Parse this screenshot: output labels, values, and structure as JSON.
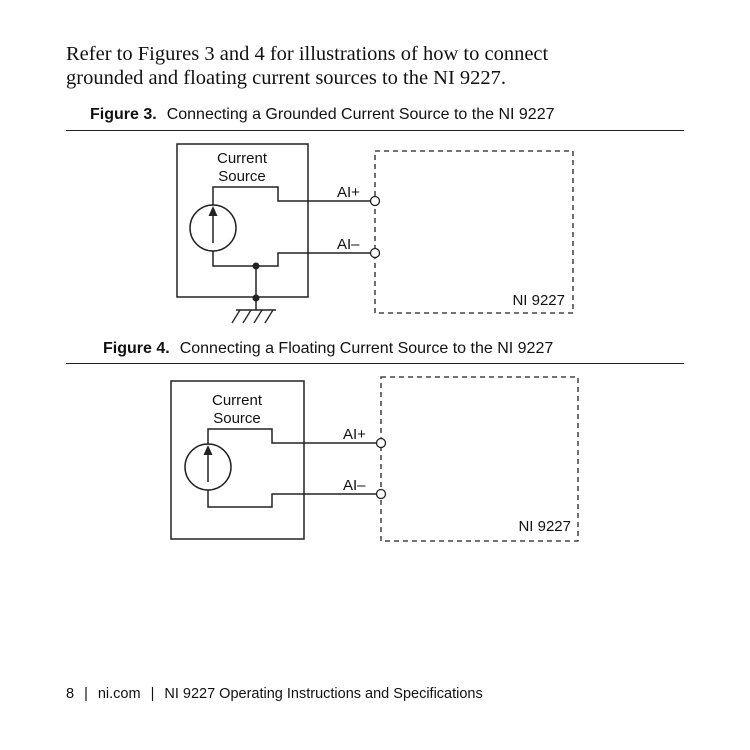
{
  "intro": {
    "line1": "Refer to Figures 3 and 4 for illustrations of how to connect",
    "line2": "grounded and floating current sources to the NI 9227."
  },
  "figure3": {
    "number": "Figure 3.",
    "title": "Connecting a Grounded Current Source to the NI 9227",
    "source_label_1": "Current",
    "source_label_2": "Source",
    "ai_plus": "AI+",
    "ai_minus": "AI–",
    "device": "NI 9227",
    "icons": [
      "current-source-icon",
      "ground-icon",
      "terminal-icon"
    ]
  },
  "figure4": {
    "number": "Figure 4.",
    "title": "Connecting a Floating Current Source to the NI 9227",
    "source_label_1": "Current",
    "source_label_2": "Source",
    "ai_plus": "AI+",
    "ai_minus": "AI–",
    "device": "NI 9227",
    "icons": [
      "current-source-icon",
      "terminal-icon"
    ]
  },
  "footer": {
    "page": "8",
    "separator": "|",
    "site": "ni.com",
    "doc_title": "NI 9227 Operating Instructions and Specifications"
  }
}
